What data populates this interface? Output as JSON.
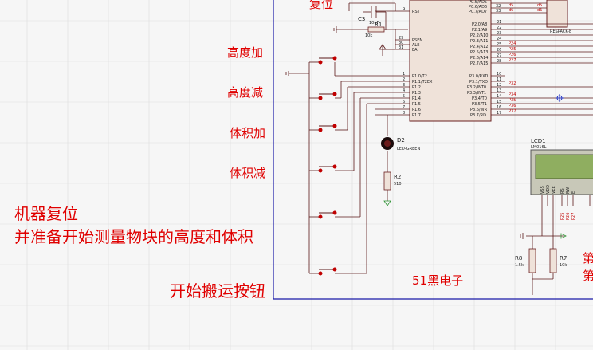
{
  "annotations": {
    "reset_top": "复位",
    "height_up": "高度加",
    "height_down": "高度减",
    "volume_up": "体积加",
    "volume_down": "体积减",
    "machine_reset": "机器复位",
    "machine_reset_sub": "并准备开始测量物块的高度和体积",
    "start_button": "开始搬运按钮",
    "brand": "51黑电子",
    "right_edge_1": "第",
    "right_edge_2": "第"
  },
  "components": {
    "cap_c3": "C3",
    "cap_c3_val": "10uF",
    "res_r1": "R1",
    "res_r1_val": "10k",
    "led_d2": "D2",
    "led_d2_model": "LED-GREEN",
    "res_r2": "R2",
    "res_r2_val": "510",
    "lcd": "LCD1",
    "lcd_model": "LM016L",
    "res_r8": "R8",
    "res_r8_val": "1.5k",
    "res_r7": "R7",
    "res_r7_val": "10k",
    "respack": "RESPACK-8"
  },
  "mcu": {
    "left_pins": [
      "P1.0/T2",
      "P1.1/T2EX",
      "P1.2",
      "P1.3",
      "P1.4",
      "P1.5",
      "P1.6",
      "P1.7"
    ],
    "left_pin_nums": [
      "1",
      "2",
      "3",
      "4",
      "5",
      "6",
      "7",
      "8"
    ],
    "top_left_pins": [
      "RST",
      "PSEN",
      "ALE",
      "EA"
    ],
    "top_left_nums": [
      "9",
      "29",
      "30",
      "31"
    ],
    "right_p2_pins": [
      "P2.0/A8",
      "P2.1/A9",
      "P2.2/A10",
      "P2.3/A11",
      "P2.4/A12",
      "P2.5/A13",
      "P2.6/A14",
      "P2.7/A15"
    ],
    "right_p2_nums": [
      "21",
      "22",
      "23",
      "24",
      "25",
      "26",
      "27",
      "28"
    ],
    "right_p3_pins": [
      "P3.0/RXD",
      "P3.1/TXD",
      "P3.2/INT0",
      "P3.3/INT1",
      "P3.4/T0",
      "P3.5/T1",
      "P3.6/WR",
      "P3.7/RD"
    ],
    "right_p3_nums": [
      "10",
      "11",
      "12",
      "13",
      "14",
      "15",
      "16",
      "17"
    ],
    "top_p0_pins": [
      "P0.5/AD5",
      "P0.6/AD6",
      "P0.7/AD7"
    ],
    "top_p0_nums": [
      "32",
      "33"
    ],
    "net_labels_p2": [
      "P24",
      "P25",
      "P26",
      "P27"
    ],
    "net_labels_p3": [
      "P32",
      "P34",
      "P35",
      "P36",
      "P37"
    ],
    "net_labels_top": [
      "d5",
      "d6"
    ]
  },
  "lcd_pins": [
    "VSS",
    "VDD",
    "VEE",
    "RS",
    "RW",
    "E"
  ],
  "lcd_nets": [
    "P25",
    "P26",
    "P27"
  ]
}
